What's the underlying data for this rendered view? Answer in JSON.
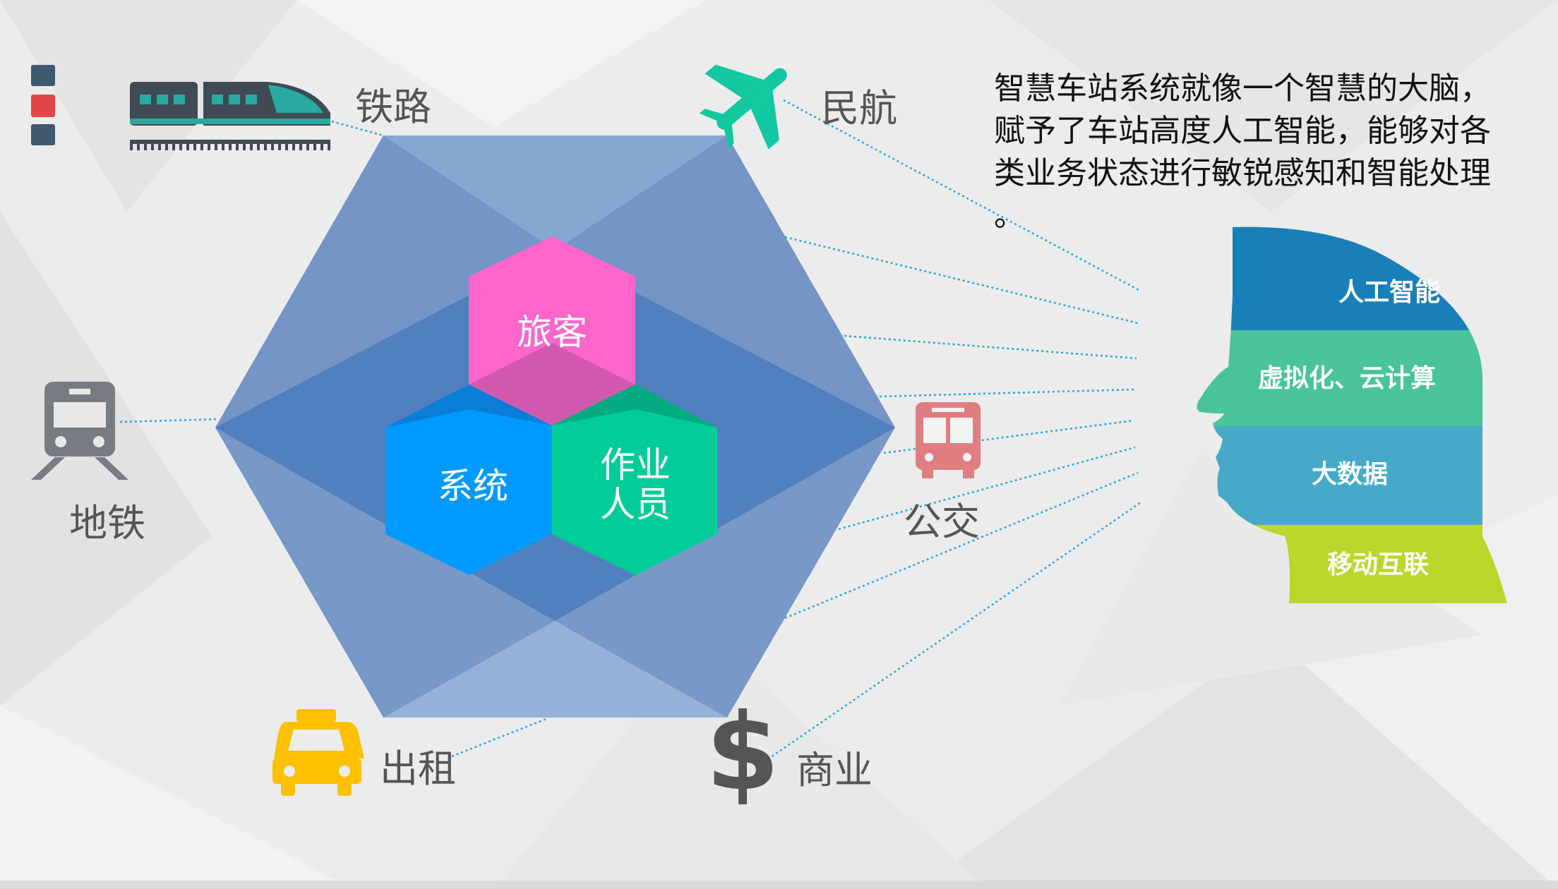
{
  "hexagon": {
    "cube": {
      "top_label": "旅客",
      "left_label": "系统",
      "right_line1": "作业",
      "right_line2": "人员"
    }
  },
  "categories": {
    "railway": "铁路",
    "aviation": "民航",
    "metro": "地铁",
    "bus": "公交",
    "taxi": "出租",
    "commerce": "商业"
  },
  "head": {
    "layers": [
      "人工智能",
      "虚拟化、云计算",
      "大数据",
      "移动互联"
    ]
  },
  "description": {
    "line1": "智慧车站系统就像一个智慧的大脑，",
    "line2": "赋予了车站高度人工智能，能够对各",
    "line3": "类业务状态进行敏锐感知和智能处理",
    "line4": "。"
  },
  "colors": {
    "cube_top": "#ff66cc",
    "cube_left": "#0099ff",
    "cube_right": "#00cc99",
    "head_layer1": "#1a7fb8",
    "head_layer2": "#48c39a",
    "head_layer3": "#46a9c8",
    "head_layer4": "#bcd62b",
    "icon_railway": "#2aa9a0",
    "icon_aviation": "#11c8a0",
    "icon_metro": "#777c82",
    "icon_bus": "#e07d80",
    "icon_taxi": "#ffc000",
    "icon_commerce": "#555555"
  }
}
